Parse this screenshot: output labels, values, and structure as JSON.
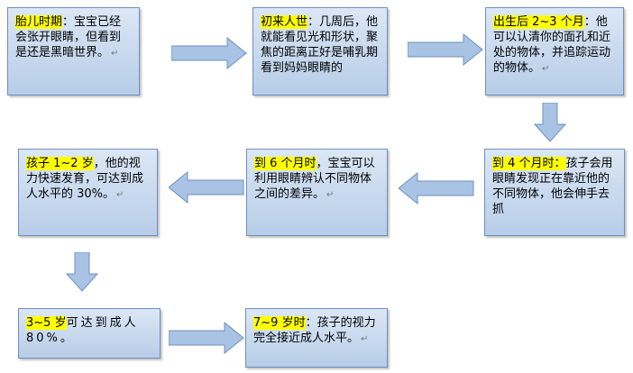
{
  "paragraph_mark": "↵",
  "boxes": [
    {
      "id": "b1",
      "highlight": "胎儿时期",
      "text": "：宝宝已经会张开眼睛，但看到是还是黑暗世界。"
    },
    {
      "id": "b2",
      "highlight": "初来人世",
      "text": "：几周后，他就能看见光和形状，聚焦的距离正好是哺乳期看到妈妈眼睛的"
    },
    {
      "id": "b3",
      "highlight": "出生后 2~3 个月",
      "text": "：他可以认清你的面孔和近处的物体，并追踪运动的物体。"
    },
    {
      "id": "b4",
      "highlight": "孩子 1~2 岁",
      "text": "，他的视力快速发育，可达到成人水平的 30%。"
    },
    {
      "id": "b5",
      "highlight": "到 6 个月时",
      "text": "，宝宝可以利用眼睛辨认不同物体之间的差异。"
    },
    {
      "id": "b6",
      "highlight": "到 4 个月时：",
      "text": "孩子会用眼睛发现正在靠近他的不同物体，他会伸手去抓"
    },
    {
      "id": "b7",
      "highlight": "3~5 岁",
      "text": "可达到成人 80%。"
    },
    {
      "id": "b8",
      "highlight": "7~9 岁时",
      "text": "：孩子的视力完全接近成人水平。"
    }
  ],
  "colors": {
    "box_fill_top": "#dbe7f5",
    "box_fill_bottom": "#b7cde8",
    "box_border": "#6f8fbf",
    "arrow_fill": "#a9c3e4",
    "arrow_stroke": "#6f8fbf",
    "highlight": "#ffff00"
  }
}
